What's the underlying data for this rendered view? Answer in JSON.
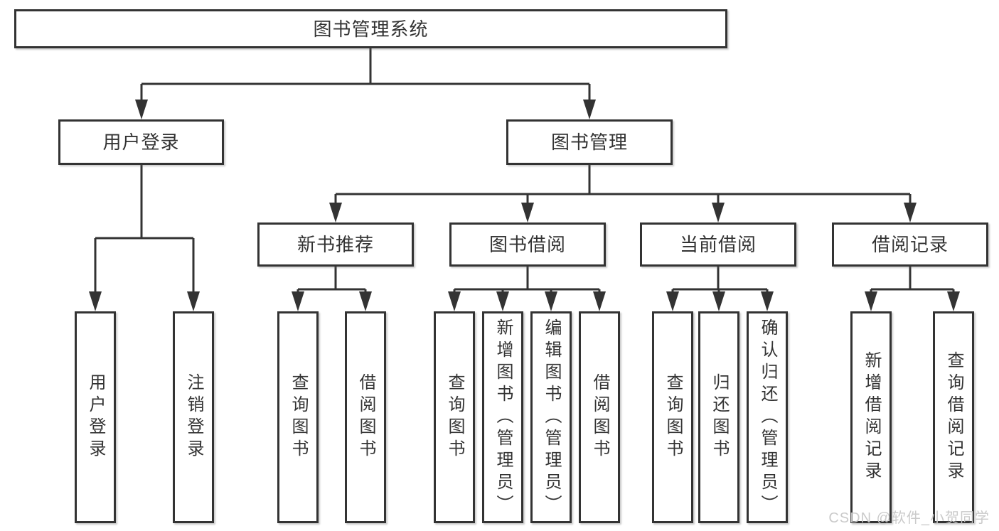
{
  "diagram": {
    "title": "图书管理系统",
    "root": {
      "label": "图书管理系统"
    },
    "branches": {
      "user_login": {
        "label": "用户登录"
      },
      "book_management": {
        "label": "图书管理"
      }
    },
    "modules": {
      "new_books": {
        "label": "新书推荐"
      },
      "book_borrowing": {
        "label": "图书借阅"
      },
      "current_borrowing": {
        "label": "当前借阅"
      },
      "borrowing_records": {
        "label": "借阅记录"
      }
    },
    "leaves": {
      "user_login": [
        "用户登录",
        "注销登录"
      ],
      "new_books": [
        "查询图书",
        "借阅图书"
      ],
      "book_borrowing": [
        "查询图书",
        "新增图书（管理员）",
        "编辑图书（管理员）",
        "借阅图书"
      ],
      "current_borrowing": [
        "查询图书",
        "归还图书",
        "确认归还（管理员）"
      ],
      "borrowing_records": [
        "新增借阅记录",
        "查询借阅记录"
      ]
    }
  },
  "watermark": {
    "text": "CSDN @软件_小贺同学"
  },
  "colors": {
    "line": "#333333",
    "box_border": "#333333",
    "text": "#333333",
    "background": "#ffffff",
    "watermark": "#c7c7c7"
  }
}
